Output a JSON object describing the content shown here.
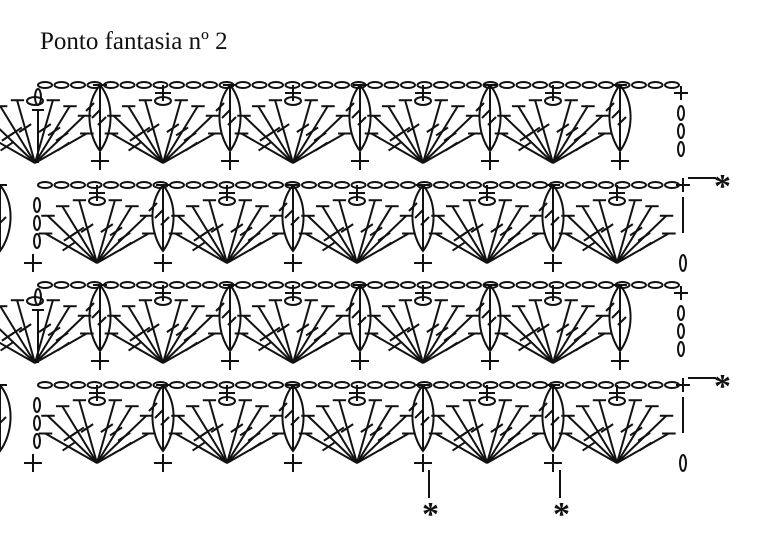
{
  "title": "Ponto fantasia nº 2",
  "pattern": {
    "repeats_per_row": 5,
    "bands": 4,
    "symbols": [
      "chain-oval",
      "single-crochet-plus",
      "treble-fan",
      "cluster"
    ]
  },
  "markers": {
    "right": [
      "*",
      "*"
    ],
    "bottom": [
      "*",
      "*"
    ]
  },
  "colors": {
    "ink": "#111111",
    "background": "#ffffff"
  }
}
